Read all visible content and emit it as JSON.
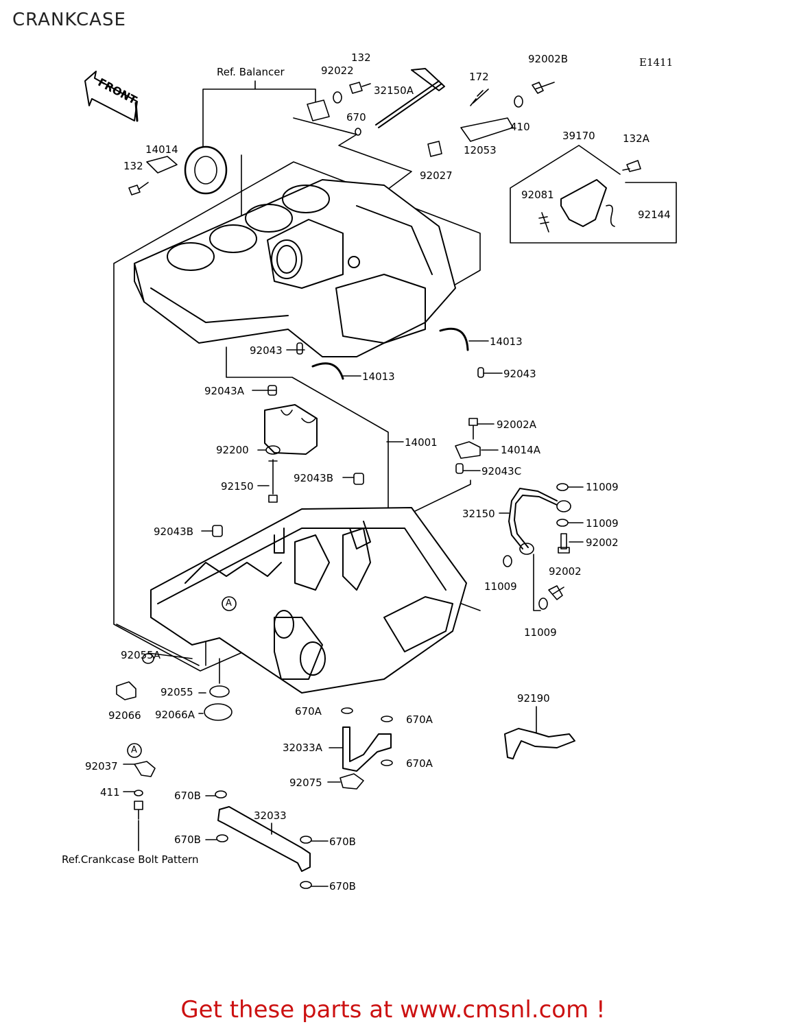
{
  "title": "CRANKCASE",
  "diagram_code": "E1411",
  "front_label": "FRONT",
  "ref_labels": {
    "balancer": "Ref. Balancer",
    "bolt_pattern": "Ref.Crankcase Bolt Pattern"
  },
  "part_numbers": {
    "p132_top": "132",
    "p92022": "92022",
    "p32150A": "32150A",
    "p670": "670",
    "p172": "172",
    "p92002B": "92002B",
    "p410": "410",
    "p12053": "12053",
    "p92027": "92027",
    "p14014": "14014",
    "p132_left": "132",
    "p39170": "39170",
    "p132A": "132A",
    "p92081": "92081",
    "p92144": "92144",
    "p14013_right": "14013",
    "p92043_left": "92043",
    "p14013_bottom": "14013",
    "p92043_right": "92043",
    "p92043A": "92043A",
    "p92002A": "92002A",
    "p14001": "14001",
    "p14014A": "14014A",
    "p92200": "92200",
    "p92043C": "92043C",
    "p92150": "92150",
    "p92043B_mid": "92043B",
    "p11009_1": "11009",
    "p32150": "32150",
    "p11009_2": "11009",
    "p92043B_left": "92043B",
    "p92002_1": "92002",
    "p92002_2": "92002",
    "p11009_3": "11009",
    "p11009_4": "11009",
    "p92055A": "92055A",
    "p92055": "92055",
    "p92066": "92066",
    "p92066A": "92066A",
    "p670A_1": "670A",
    "p670A_2": "670A",
    "p92190": "92190",
    "p32033A": "32033A",
    "p670A_3": "670A",
    "p92037": "92037",
    "p92075": "92075",
    "p411": "411",
    "p670B_1": "670B",
    "p32033": "32033",
    "p670B_2": "670B",
    "p670B_3": "670B",
    "p670B_4": "670B"
  },
  "callout_marker": "A",
  "footer": {
    "text": "Get these parts at www.cmsnl.com !",
    "color": "#cc1111"
  }
}
